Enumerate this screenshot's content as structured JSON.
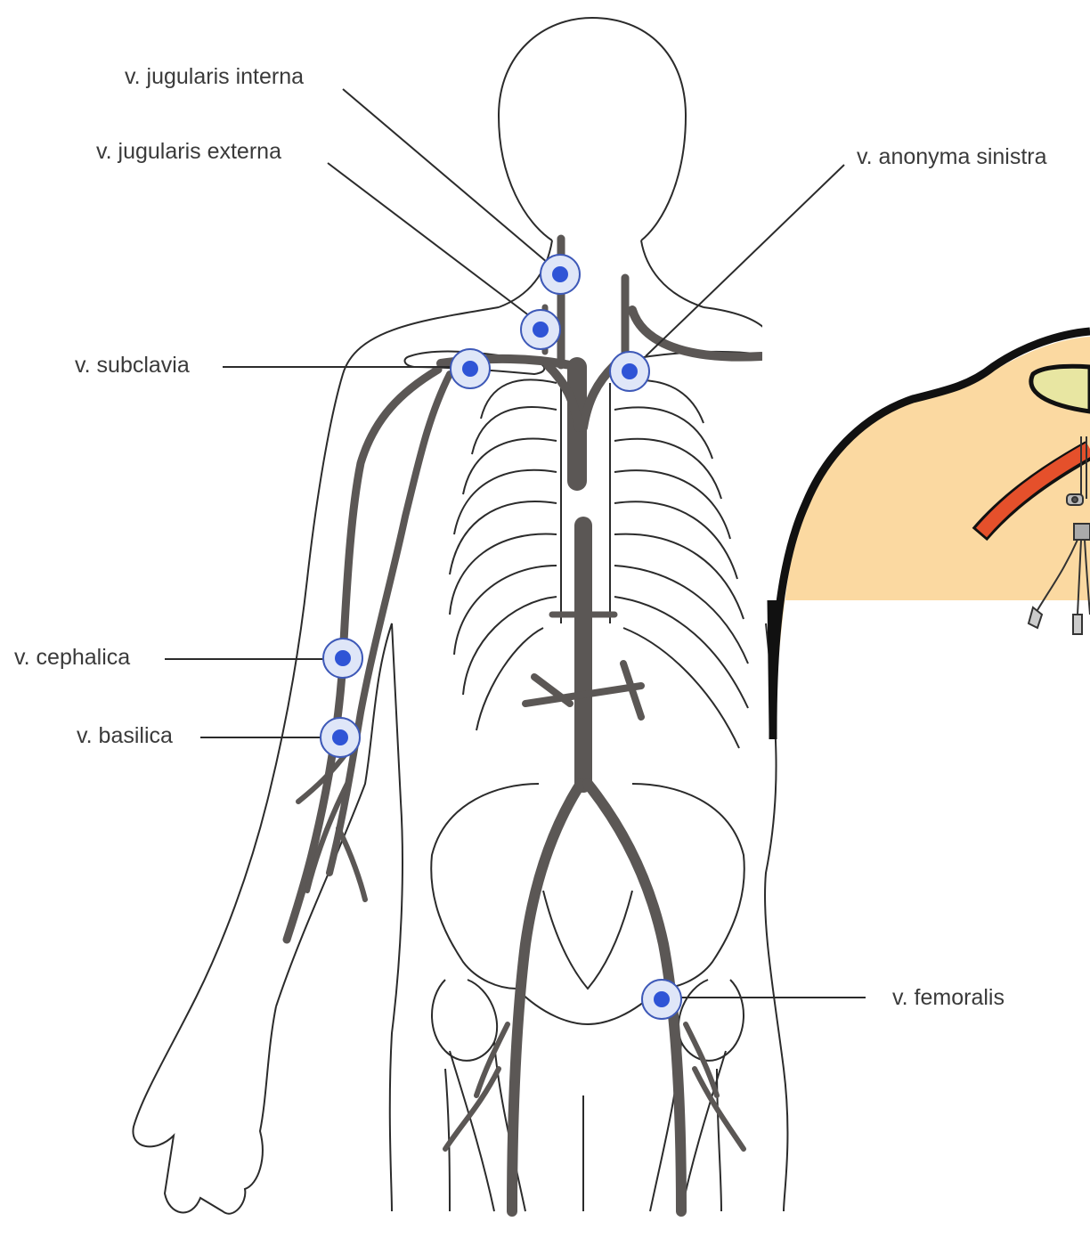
{
  "labels": {
    "jugularis_interna": "v. jugularis interna",
    "jugularis_externa": "v. jugularis externa",
    "anonyma_sinistra": "v. anonyma sinistra",
    "subclavia": "v. subclavia",
    "cephalica": "v. cephalica",
    "basilica": "v. basilica",
    "femoralis": "v. femoralis"
  },
  "colors": {
    "outline": "#2b2b2b",
    "vein": "#5b5755",
    "marker_ring": "#dfe6f8",
    "marker_dot": "#2f54d6",
    "inset_skin": "#fbd9a1",
    "inset_border": "#111111",
    "inset_artery": "#e5502b",
    "inset_clavicle": "#e8e6a2"
  },
  "icons": {
    "marker": "puncture-site-marker-icon"
  }
}
